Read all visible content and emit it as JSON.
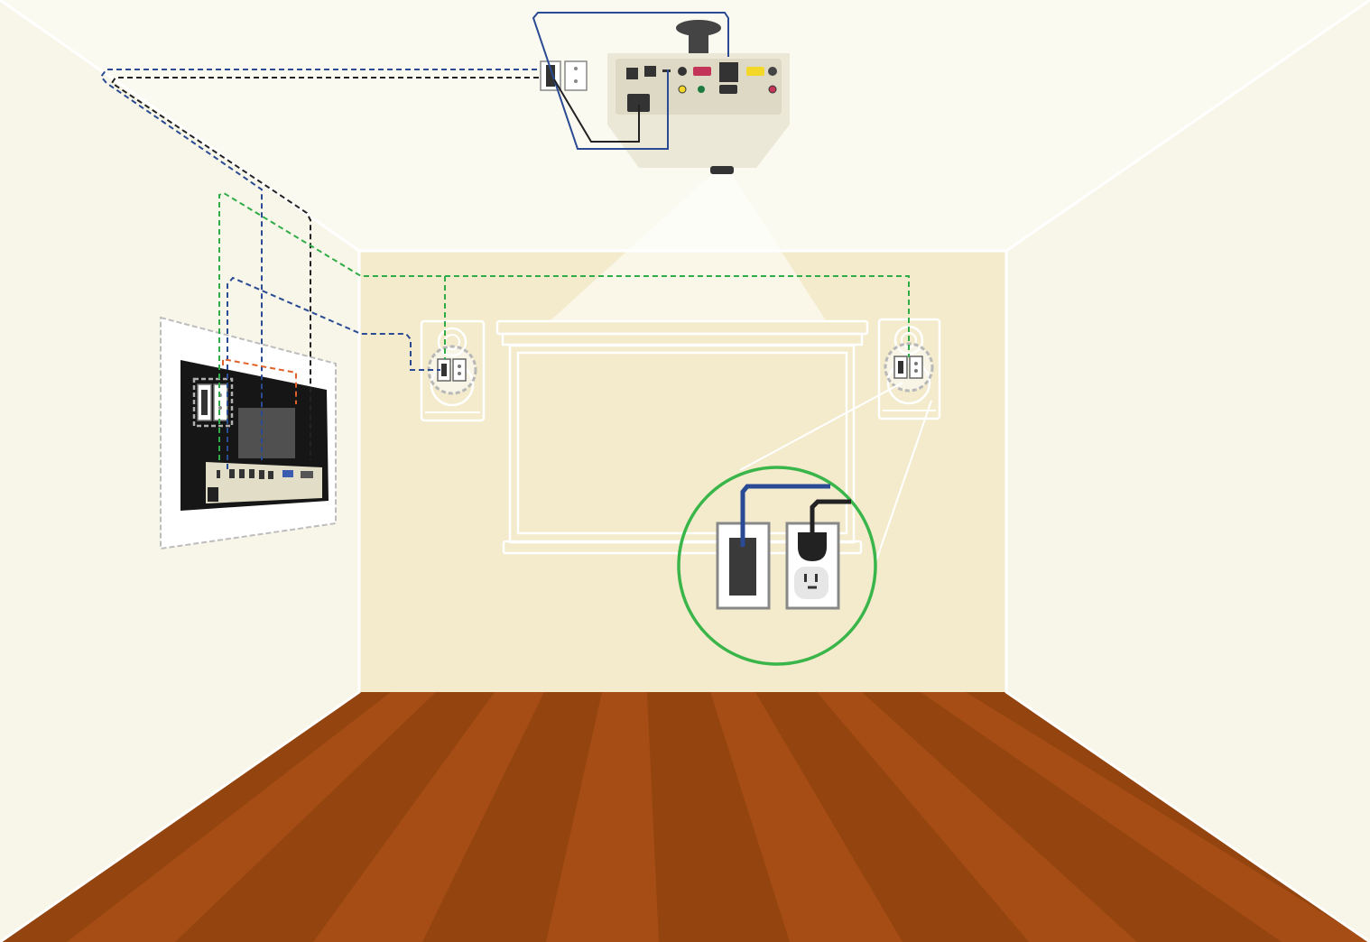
{
  "diagram": {
    "kind": "ceiling-mounted projector room wiring illustration",
    "colors": {
      "ceiling": "#fbfaf0",
      "side_wall": "#f7f5e6",
      "back_wall": "#f3ebcc",
      "floor_dark": "#93440f",
      "floor_light": "#a54d14",
      "projector_body": "#ebe8d8",
      "projector_panel": "#ddd9c4",
      "cable_blue": "#2a4b93",
      "cable_black": "#222222",
      "cable_green": "#2fac48",
      "cable_orange": "#e0622a",
      "callout_green": "#39b54a",
      "outline_white": "#ffffff",
      "plate_gray": "#b8b8b8"
    },
    "elements": [
      "projector-ceiling-mount",
      "projector",
      "ceiling-outlets",
      "projection-screen",
      "left-speaker",
      "right-speaker",
      "wall-control-panel",
      "outlet-callout"
    ],
    "cables": [
      "blue-signal",
      "black-power",
      "green-speaker",
      "orange-internal"
    ]
  }
}
